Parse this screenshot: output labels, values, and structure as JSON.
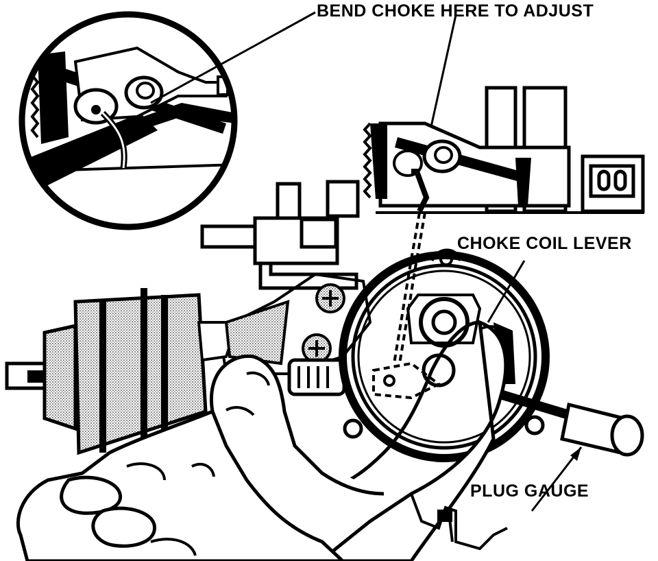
{
  "labels": {
    "bend_choke": "BEND CHOKE HERE TO ADJUST",
    "choke_coil_lever": "CHOKE COIL LEVER",
    "plug_gauge": "PLUG GAUGE"
  },
  "colors": {
    "ink": "#000000",
    "paper": "#ffffff",
    "shade": "#c8c8c8"
  }
}
